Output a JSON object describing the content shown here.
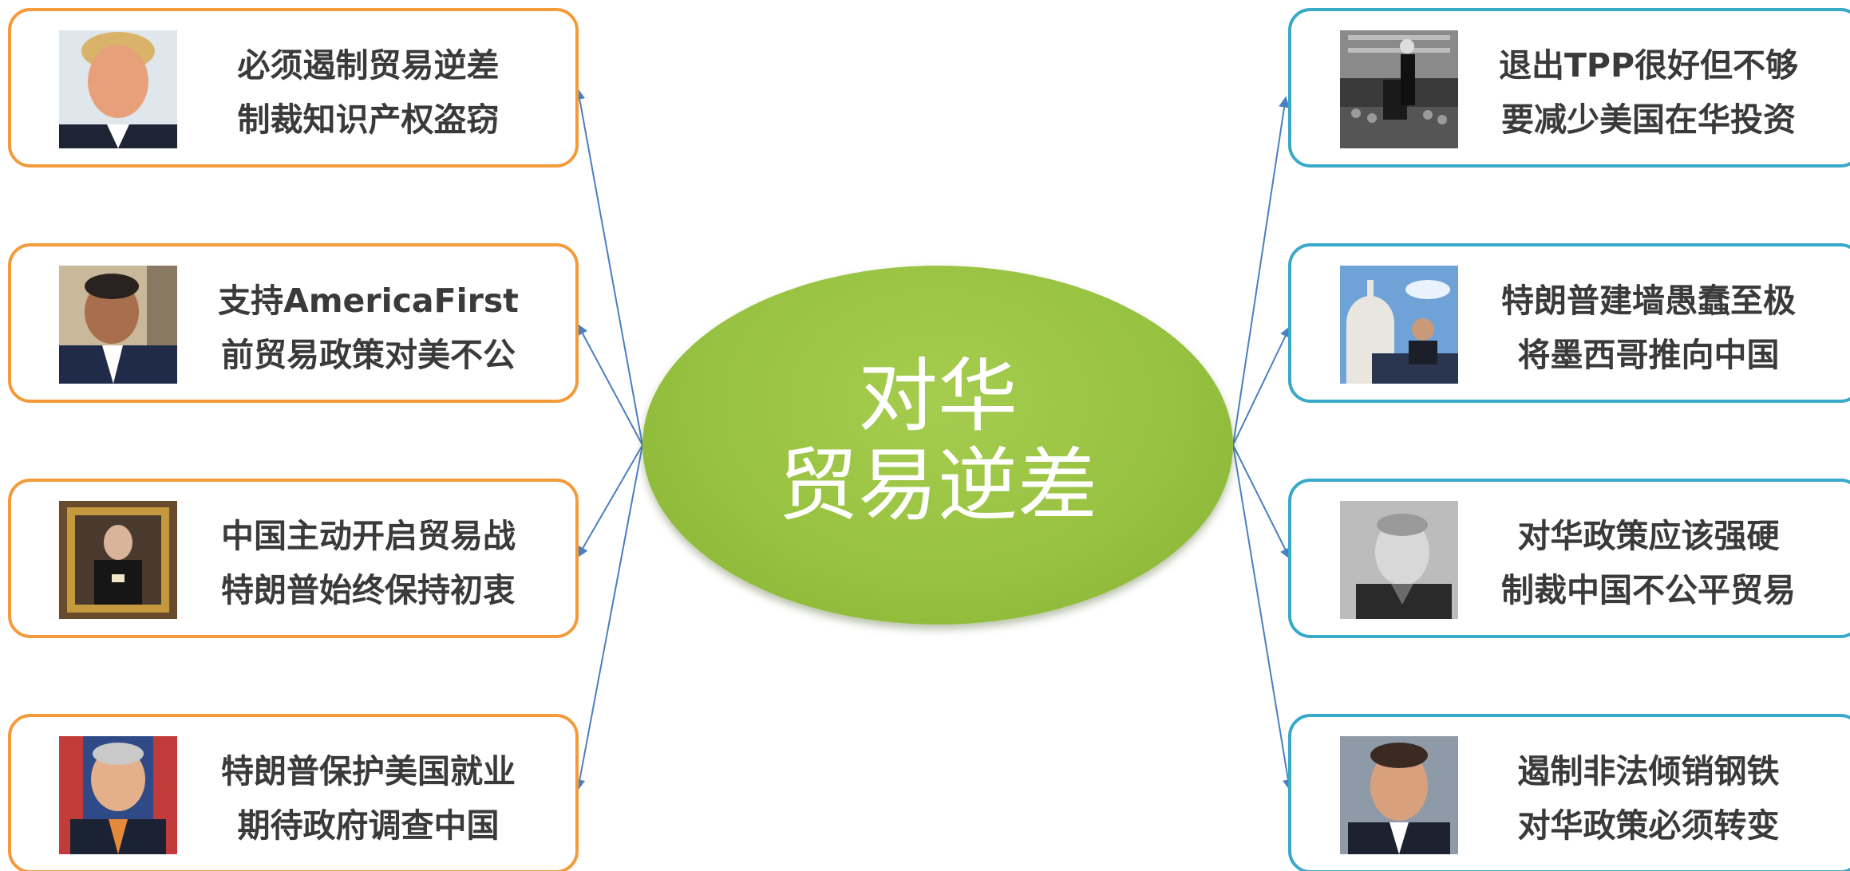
{
  "center": {
    "line1": "对华",
    "line2": "贸易逆差",
    "color": "#98c241"
  },
  "colors": {
    "left_border": "#f39a3a",
    "right_border": "#38a9c8",
    "connector": "#4a7fc1",
    "text": "#3a3a3a"
  },
  "left_cards": [
    {
      "line1": "必须遏制贸易逆差",
      "line2": "制裁知识产权盗窃",
      "icon": "portrait-photo"
    },
    {
      "line1": "支持AmericaFirst",
      "line2": "前贸易政策对美不公",
      "icon": "portrait-photo"
    },
    {
      "line1": "中国主动开启贸易战",
      "line2": "特朗普始终保持初衷",
      "icon": "framed-portrait-photo"
    },
    {
      "line1": "特朗普保护美国就业",
      "line2": "期待政府调查中国",
      "icon": "portrait-photo"
    }
  ],
  "right_cards": [
    {
      "line1": "退出TPP很好但不够",
      "line2": "要减少美国在华投资",
      "icon": "rally-speech-photo"
    },
    {
      "line1": "特朗普建墙愚蠢至极",
      "line2": "将墨西哥推向中国",
      "icon": "capitol-speech-photo"
    },
    {
      "line1": "对华政策应该强硬",
      "line2": "制裁中国不公平贸易",
      "icon": "portrait-photo"
    },
    {
      "line1": "遏制非法倾销钢铁",
      "line2": "对华政策必须转变",
      "icon": "portrait-photo"
    }
  ]
}
